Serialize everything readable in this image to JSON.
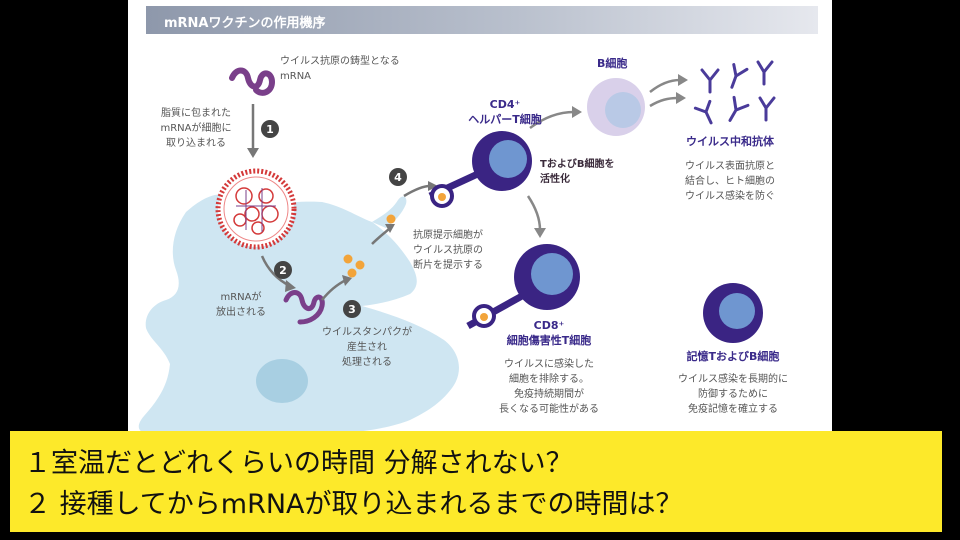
{
  "title": "mRNAワクチンの作用機序",
  "labels": {
    "mrna_template": [
      "ウイルス抗原の鋳型となる",
      "mRNA"
    ],
    "lipid_uptake": [
      "脂質に包まれた",
      "mRNAが細胞に",
      "取り込まれる"
    ],
    "mrna_release": [
      "mRNAが",
      "放出される"
    ],
    "protein_processing": [
      "ウイルスタンパクが",
      "産生され",
      "処理される"
    ],
    "antigen_presenting": [
      "抗原提示細胞が",
      "ウイルス抗原の",
      "断片を提示する"
    ],
    "activate": [
      "TおよびB細胞を",
      "活性化"
    ],
    "cd4": [
      "CD4⁺",
      "ヘルパーT細胞"
    ],
    "b_cell": "B細胞",
    "neutralizing": "ウイルス中和抗体",
    "neutralizing_desc": [
      "ウイルス表面抗原と",
      "結合し、ヒト細胞の",
      "ウイルス感染を防ぐ"
    ],
    "cd8": [
      "CD8⁺",
      "細胞傷害性T細胞"
    ],
    "cd8_desc": [
      "ウイルスに感染した",
      "細胞を排除する。",
      "免疫持続期間が",
      "長くなる可能性がある"
    ],
    "memory": "記憶TおよびB細胞",
    "memory_desc": [
      "ウイルス感染を長期的に",
      "防御するために",
      "免疫記憶を確立する"
    ]
  },
  "steps": [
    "1",
    "2",
    "3",
    "4"
  ],
  "questions": [
    "１室温だとどれくらいの時間 分解されない？",
    "２ 接種してからmRNAが取り込まれるまでの時間は？"
  ],
  "colors": {
    "cell_body": "#cfe6f2",
    "nucleus": "#a8cfe2",
    "tcell_dark": "#3a2483",
    "tcell_nucleus": "#6f96d0",
    "bcell_outer": "#d9d0ea",
    "bcell_inner": "#b9c9e6",
    "antigen": "#f2a43a",
    "lipid": "#d43a3a",
    "mrna": "#7a3f8a",
    "question_bg": "#fde92a"
  }
}
